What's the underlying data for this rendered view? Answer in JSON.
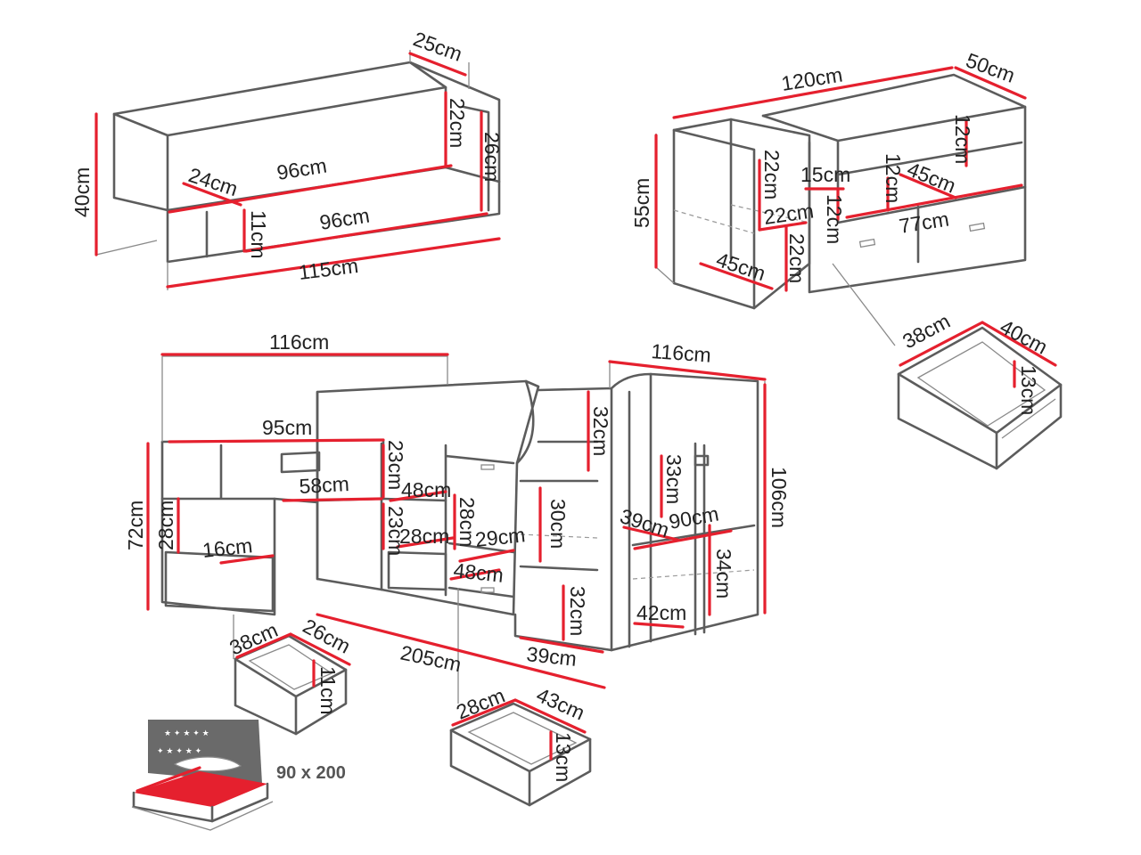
{
  "dimensions": {
    "shelf_top": {
      "depth": "25cm",
      "height_total": "40cm",
      "inner_height": "22cm",
      "outer_height": "26cm",
      "inner_depth": "24cm",
      "inner_width_top": "96cm",
      "lower_height": "11cm",
      "inner_width_bottom": "96cm",
      "width_total": "115cm"
    },
    "tv_unit": {
      "width": "120cm",
      "depth": "50cm",
      "height": "55cm",
      "shelf_height": "12cm",
      "cab_height": "22cm",
      "small_width": "15cm",
      "mid_height": "12cm",
      "shelf_depth": "45cm",
      "cab_width": "22cm",
      "compartment_height": "12cm",
      "drawer_width": "77cm",
      "lower_height": "22cm",
      "base_depth": "45cm"
    },
    "tv_drawer": {
      "depth": "38cm",
      "width": "40cm",
      "height": "13cm"
    },
    "bed": {
      "desk_width": "116cm",
      "desk_top": "95cm",
      "desk_height": "72cm",
      "desk_shelf": "28cm",
      "drawer_depth": "16cm",
      "knee_space": "58cm",
      "cab_height_1": "23cm",
      "drawer_w_1": "48cm",
      "cab_height_2": "23cm",
      "drawer_h_28": "28cm",
      "drawer_w_28": "28cm",
      "step_depth": "29cm",
      "drawer_w_2": "48cm",
      "stair_h_top": "32cm",
      "stair_h_mid": "30cm",
      "stair_h_bot": "32cm",
      "stair_width": "39cm",
      "length": "205cm",
      "wardrobe_width": "116cm",
      "height_total": "106cm",
      "wardrobe_h": "33cm",
      "wardrobe_d": "39cm",
      "wardrobe_w": "90cm",
      "wardrobe_lower_h": "34cm",
      "wardrobe_lower_d": "42cm"
    },
    "desk_drawer": {
      "depth": "38cm",
      "width": "26cm",
      "height": "11cm"
    },
    "bed_drawer": {
      "depth": "28cm",
      "width": "43cm",
      "height": "13cm"
    },
    "mattress_size": "90 x 200"
  }
}
